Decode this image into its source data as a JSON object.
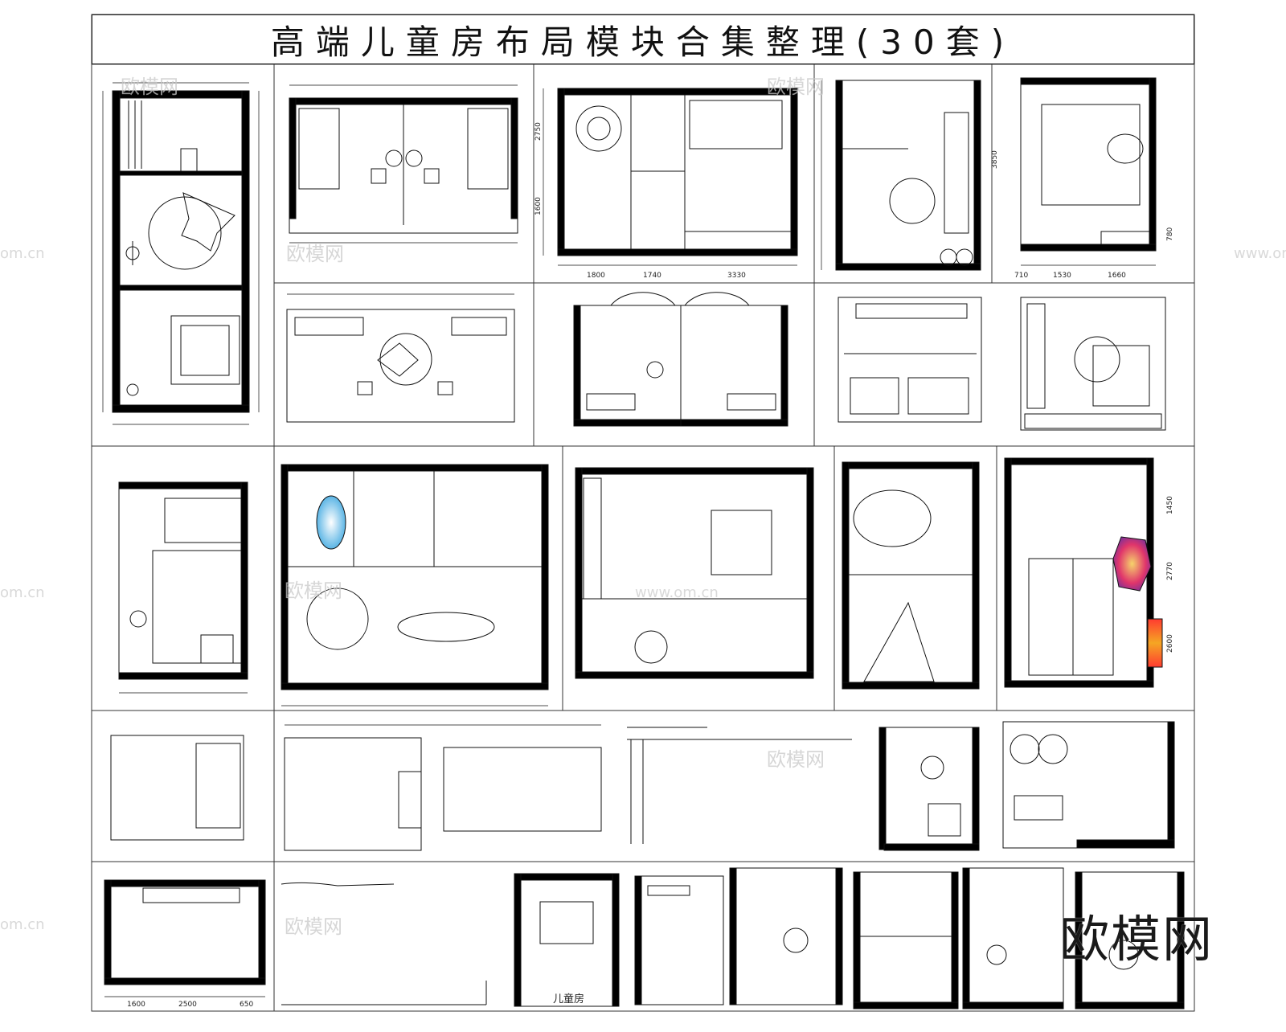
{
  "title": "高端儿童房布局模块合集整理(30套)",
  "logo": "欧模网",
  "watermark": {
    "brand": "欧模网",
    "url_full": "www.om.cn",
    "url_short": "om.cn"
  },
  "dimension_labels": {
    "d1": "1600",
    "d2": "2500",
    "d3": "650",
    "d4": "1800",
    "d5": "1740",
    "d6": "3330",
    "d7": "710",
    "d8": "1530",
    "d9": "1660",
    "d10": "2750",
    "d11": "1600",
    "d12": "1450",
    "d13": "3850",
    "d14": "780",
    "d15": "2770",
    "d16": "2600"
  },
  "room_text": {
    "r1": "儿童房"
  },
  "colors": {
    "line": "#111111",
    "wall": "#000000",
    "bath": "#3aa6e0",
    "rug": "#e0356b",
    "fire": "#f5a623"
  }
}
